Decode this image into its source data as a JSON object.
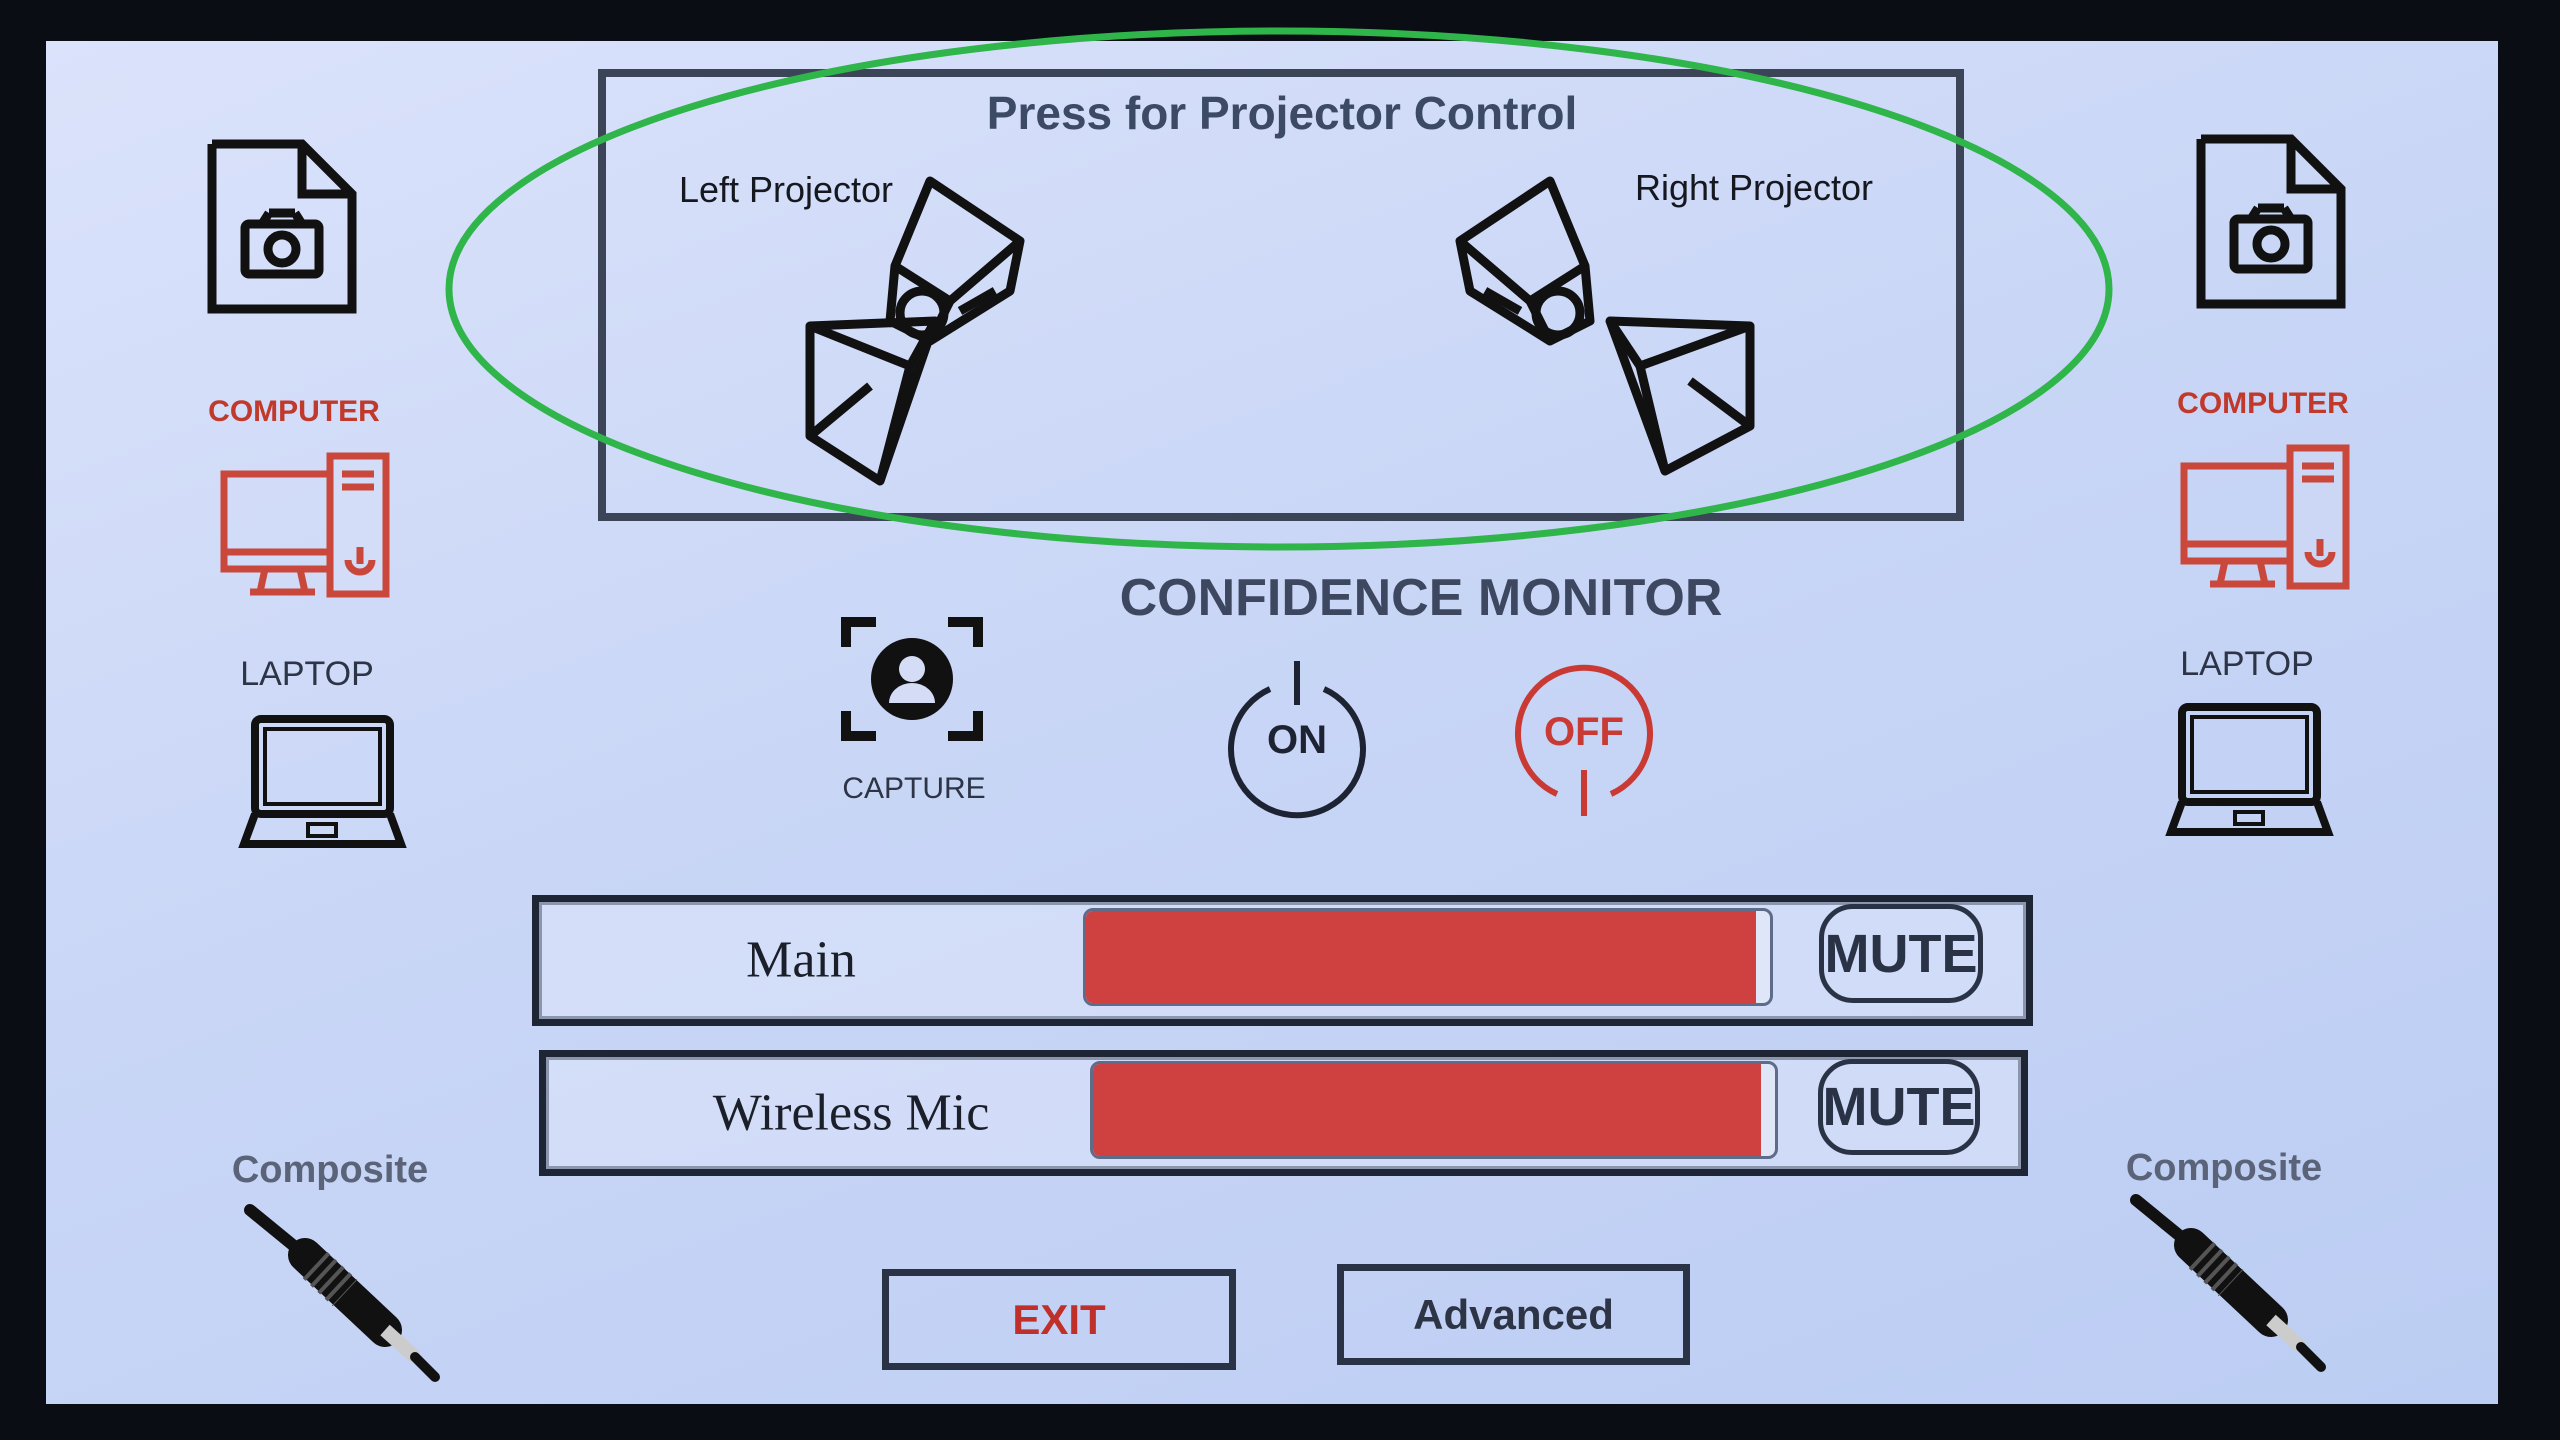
{
  "projector_control": {
    "title": "Press for Projector Control",
    "left_label": "Left Projector",
    "right_label": "Right Projector"
  },
  "left_sources": {
    "capture_icon": "file-camera-icon",
    "computer_label": "COMPUTER",
    "laptop_label": "LAPTOP",
    "composite_label": "Composite"
  },
  "right_sources": {
    "capture_icon": "file-camera-icon",
    "computer_label": "COMPUTER",
    "laptop_label": "LAPTOP",
    "composite_label": "Composite"
  },
  "confidence_monitor": {
    "title": "CONFIDENCE MONITOR",
    "capture_label": "CAPTURE",
    "on_label": "ON",
    "off_label": "OFF"
  },
  "audio": [
    {
      "label": "Main",
      "level_percent": 98,
      "mute_label": "MUTE"
    },
    {
      "label": "Wireless Mic",
      "level_percent": 98,
      "mute_label": "MUTE"
    }
  ],
  "buttons": {
    "exit": "EXIT",
    "advanced": "Advanced"
  },
  "colors": {
    "accent_red": "#c0392b",
    "level_fill": "#cf4040",
    "highlight_ellipse": "#2fb54a",
    "text_dark": "#2c3446"
  }
}
